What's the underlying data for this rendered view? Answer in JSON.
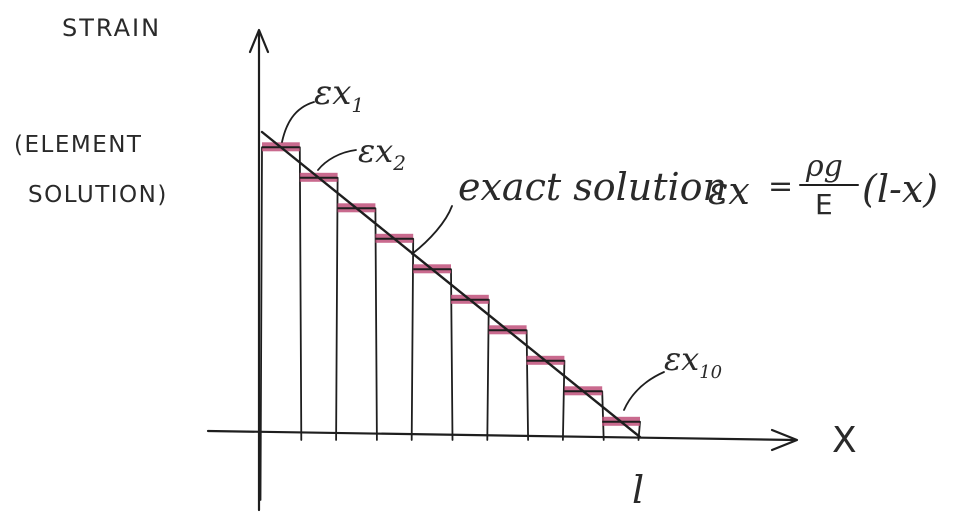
{
  "labels": {
    "y_axis_title": "STRAIN",
    "y_axis_subtitle_1": "(ELEMENT",
    "y_axis_subtitle_2": "SOLUTION)",
    "x_axis_label": "X",
    "length_label": "l",
    "exact_solution_text": "exact solution",
    "formula_lhs": "εx",
    "formula_equals": "=",
    "formula_numerator": "ρg",
    "formula_denominator": "E",
    "formula_factor": "(l-x)",
    "element_1_label": "εx",
    "element_1_subscript": "1",
    "element_2_label": "εx",
    "element_2_subscript": "2",
    "element_10_label": "εx",
    "element_10_subscript": "10"
  },
  "colors": {
    "ink": "#1e1e1e",
    "element_highlight": "#c0507a",
    "background": "#ffffff"
  },
  "model": {
    "element_count": 10,
    "element_strain_fractions": [
      0.95,
      0.85,
      0.75,
      0.65,
      0.55,
      0.45,
      0.35,
      0.25,
      0.15,
      0.05
    ]
  }
}
